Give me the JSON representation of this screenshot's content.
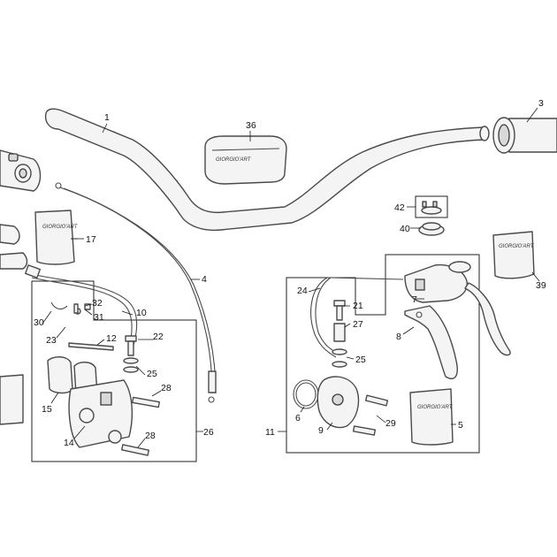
{
  "diagram": {
    "callouts": {
      "c1": "1",
      "c3": "3",
      "c4": "4",
      "c5": "5",
      "c6": "6",
      "c7": "7",
      "c8": "8",
      "c9": "9",
      "c10": "10",
      "c11": "11",
      "c12": "12",
      "c14": "14",
      "c15": "15",
      "c17": "17",
      "c21": "21",
      "c22": "22",
      "c23": "23",
      "c24": "24",
      "c25a": "25",
      "c25b": "25",
      "c26": "26",
      "c27": "27",
      "c28a": "28",
      "c28b": "28",
      "c29": "29",
      "c30": "30",
      "c31": "31",
      "c32": "32",
      "c36": "36",
      "c39": "39",
      "c40": "40",
      "c42": "42"
    },
    "brand_text": "GIORGIO'ART"
  },
  "colors": {
    "line": "#4a4a4a",
    "fill": "#f4f4f4",
    "text": "#111111"
  }
}
